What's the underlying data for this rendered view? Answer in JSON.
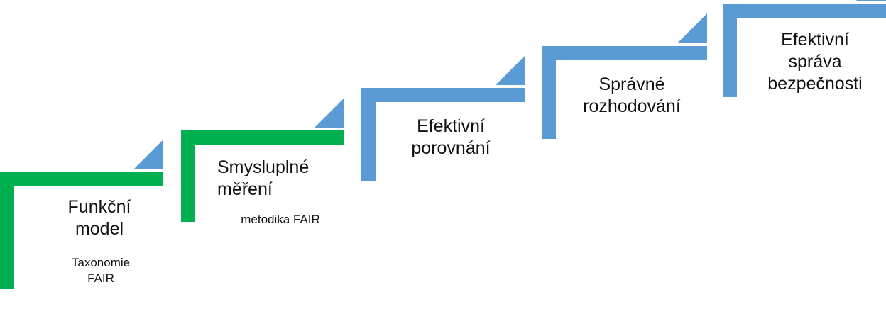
{
  "colors": {
    "green": "#00b050",
    "blue": "#5b9bd5",
    "text": "#111111"
  },
  "steps": [
    {
      "title_lines": [
        "Funkční",
        "model"
      ],
      "subtitle_lines": [
        "Taxonomie",
        "FAIR"
      ],
      "color": "#00b050"
    },
    {
      "title_lines": [
        "Smysluplné",
        "měření"
      ],
      "subtitle_lines": [
        "metodika FAIR"
      ],
      "color": "#00b050"
    },
    {
      "title_lines": [
        "Efektivní",
        "porovnání"
      ],
      "subtitle_lines": [],
      "color": "#5b9bd5"
    },
    {
      "title_lines": [
        "Správné",
        "rozhodování"
      ],
      "subtitle_lines": [],
      "color": "#5b9bd5"
    },
    {
      "title_lines": [
        "Efektivní",
        "správa",
        "bezpečnosti"
      ],
      "subtitle_lines": [],
      "color": "#5b9bd5"
    }
  ]
}
